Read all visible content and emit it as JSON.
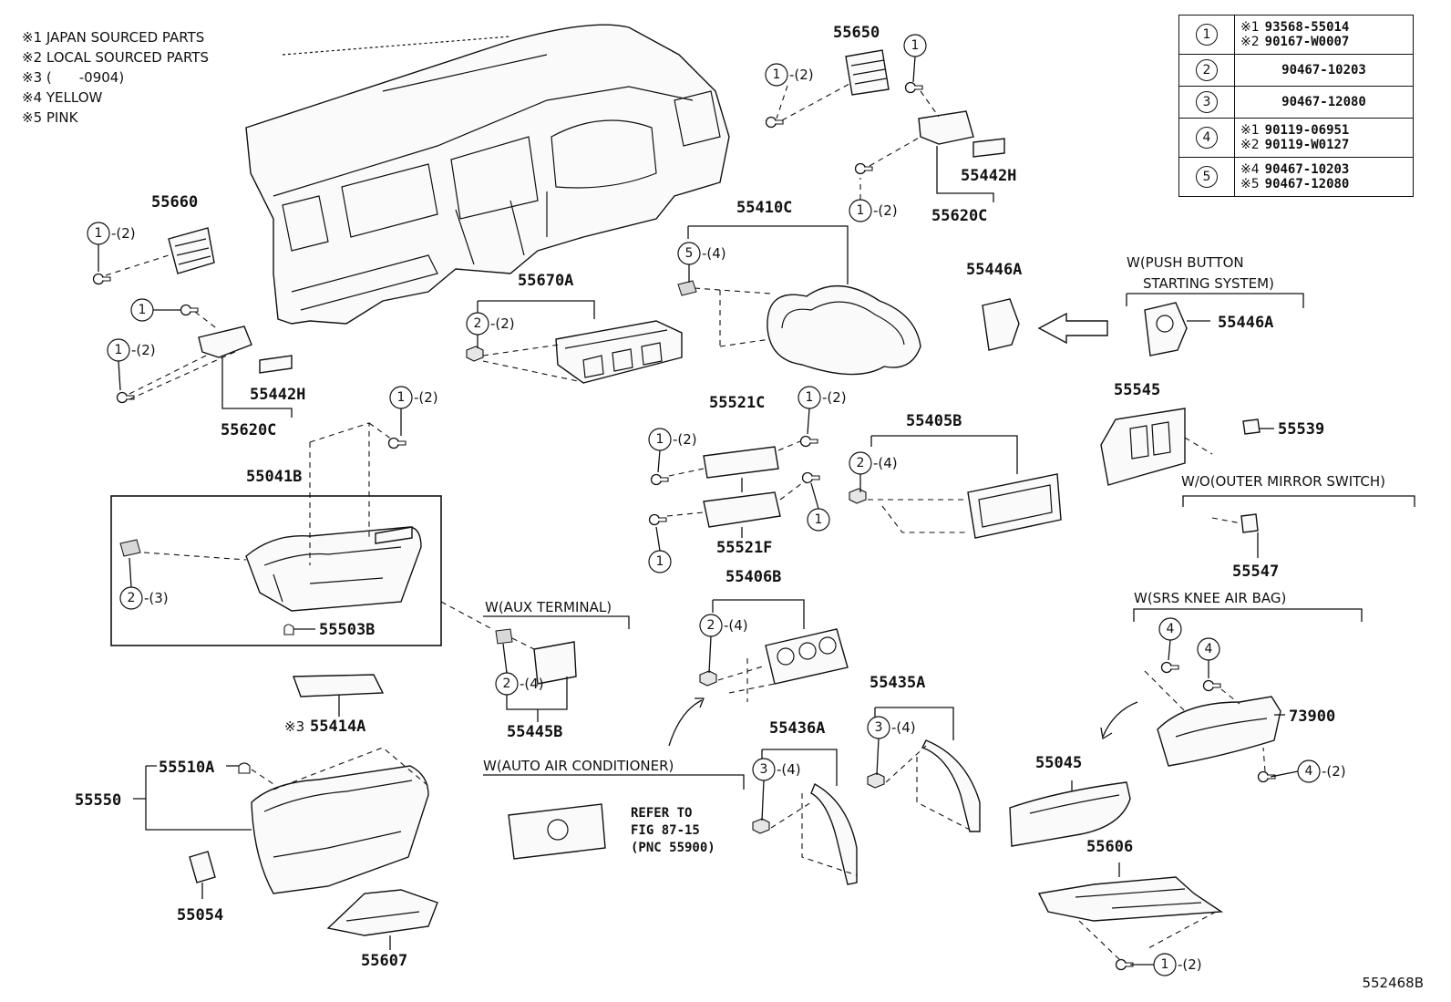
{
  "legend": [
    "※1 JAPAN SOURCED PARTS",
    "※2 LOCAL SOURCED PARTS",
    "※3 (　　-0904)",
    "※4 YELLOW",
    "※5 PINK"
  ],
  "code_table": [
    {
      "key": "1",
      "lines": [
        {
          "mark": "※1",
          "code": "93568-55014"
        },
        {
          "mark": "※2",
          "code": "90167-W0007"
        }
      ]
    },
    {
      "key": "2",
      "lines": [
        {
          "mark": "",
          "code": "90467-10203"
        }
      ]
    },
    {
      "key": "3",
      "lines": [
        {
          "mark": "",
          "code": "90467-12080"
        }
      ]
    },
    {
      "key": "4",
      "lines": [
        {
          "mark": "※1",
          "code": "90119-06951"
        },
        {
          "mark": "※2",
          "code": "90119-W0127"
        }
      ]
    },
    {
      "key": "5",
      "lines": [
        {
          "mark": "※4",
          "code": "90467-10203"
        },
        {
          "mark": "※5",
          "code": "90467-12080"
        }
      ]
    }
  ],
  "part_numbers": {
    "p55650": "55650",
    "p55660": "55660",
    "p55442H_left": "55442H",
    "p55620C_left": "55620C",
    "p55442H_right": "55442H",
    "p55620C_right": "55620C",
    "p55410C": "55410C",
    "p55670A": "55670A",
    "p55446A_top": "55446A",
    "p55446A_right": "55446A",
    "p55545": "55545",
    "p55539": "55539",
    "p55547": "55547",
    "p55521C": "55521C",
    "p55521F": "55521F",
    "p55405B": "55405B",
    "p55041B": "55041B",
    "p55503B": "55503B",
    "p55414A": "55414A",
    "p55445B": "55445B",
    "p55406B": "55406B",
    "p55435A": "55435A",
    "p55436A": "55436A",
    "p73900": "73900",
    "p55045": "55045",
    "p55606": "55606",
    "p55510A": "55510A",
    "p55550": "55550",
    "p55054": "55054",
    "p55607": "55607"
  },
  "notes": {
    "push_button_1": "W(PUSH BUTTON",
    "push_button_2": "STARTING SYSTEM)",
    "outer_mirror": "W/O(OUTER MIRROR SWITCH)",
    "srs_knee": "W(SRS KNEE AIR BAG)",
    "aux_terminal": "W(AUX TERMINAL)",
    "auto_ac": "W(AUTO AIR CONDITIONER)",
    "refer_1": "REFER TO",
    "refer_2": "FIG 87-15",
    "refer_3": "(PNC 55900)",
    "mark3": "※3"
  },
  "qty": {
    "q_1_2": "-(2)",
    "q_2_2": "-(2)",
    "q_2_3": "-(3)",
    "q_2_4": "-(4)",
    "q_3_4": "-(4)",
    "q_4_2": "-(2)",
    "q_5_4": "-(4)"
  },
  "circled": {
    "c1": "1",
    "c2": "2",
    "c3": "3",
    "c4": "4",
    "c5": "5"
  },
  "figure_id": "552468B"
}
